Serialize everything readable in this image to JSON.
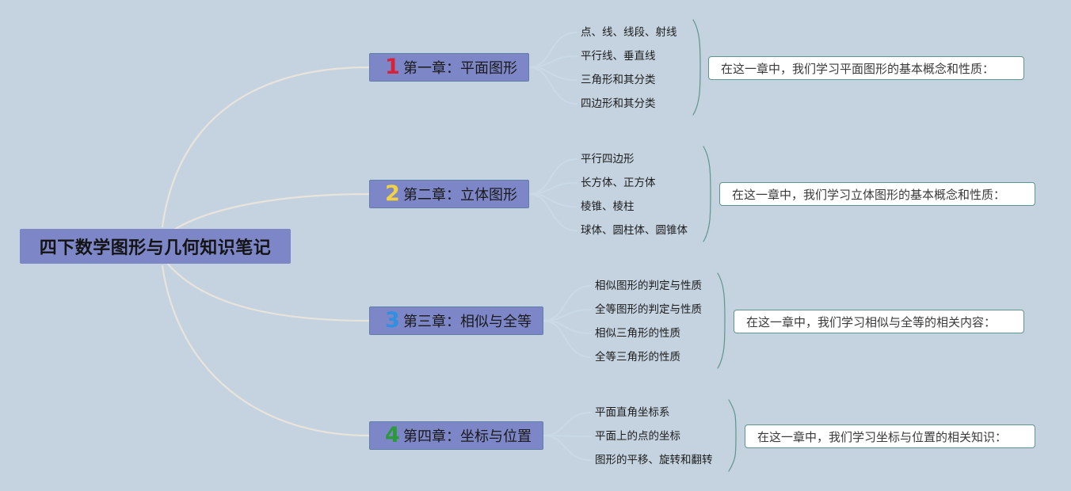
{
  "root": {
    "title": "四下数学图形与几何知识笔记"
  },
  "colors": {
    "background": "#c5d3e0",
    "node_fill": "#7d87c7",
    "branch_line": "#e8e4dc",
    "twig_line": "#c9d9e6",
    "brace_line": "#5f958d"
  },
  "chapters": [
    {
      "number": "1",
      "number_color": "#d8223a",
      "title": "第一章：平面图形",
      "topics": [
        "点、线、线段、射线",
        "平行线、垂直线",
        "三角形和其分类",
        "四边形和其分类"
      ],
      "summary": "在这一章中，我们学习平面图形的基本概念和性质："
    },
    {
      "number": "2",
      "number_color": "#f2d240",
      "title": "第二章：立体图形",
      "topics": [
        "平行四边形",
        "长方体、正方体",
        "棱锥、棱柱",
        "球体、圆柱体、圆锥体"
      ],
      "summary": "在这一章中，我们学习立体图形的基本概念和性质："
    },
    {
      "number": "3",
      "number_color": "#2f8fe0",
      "title": "第三章：相似与全等",
      "topics": [
        "相似图形的判定与性质",
        "全等图形的判定与性质",
        "相似三角形的性质",
        "全等三角形的性质"
      ],
      "summary": "在这一章中，我们学习相似与全等的相关内容："
    },
    {
      "number": "4",
      "number_color": "#2a9a3a",
      "title": "第四章：坐标与位置",
      "topics": [
        "平面直角坐标系",
        "平面上的点的坐标",
        "图形的平移、旋转和翻转"
      ],
      "summary": "在这一章中，我们学习坐标与位置的相关知识："
    }
  ]
}
